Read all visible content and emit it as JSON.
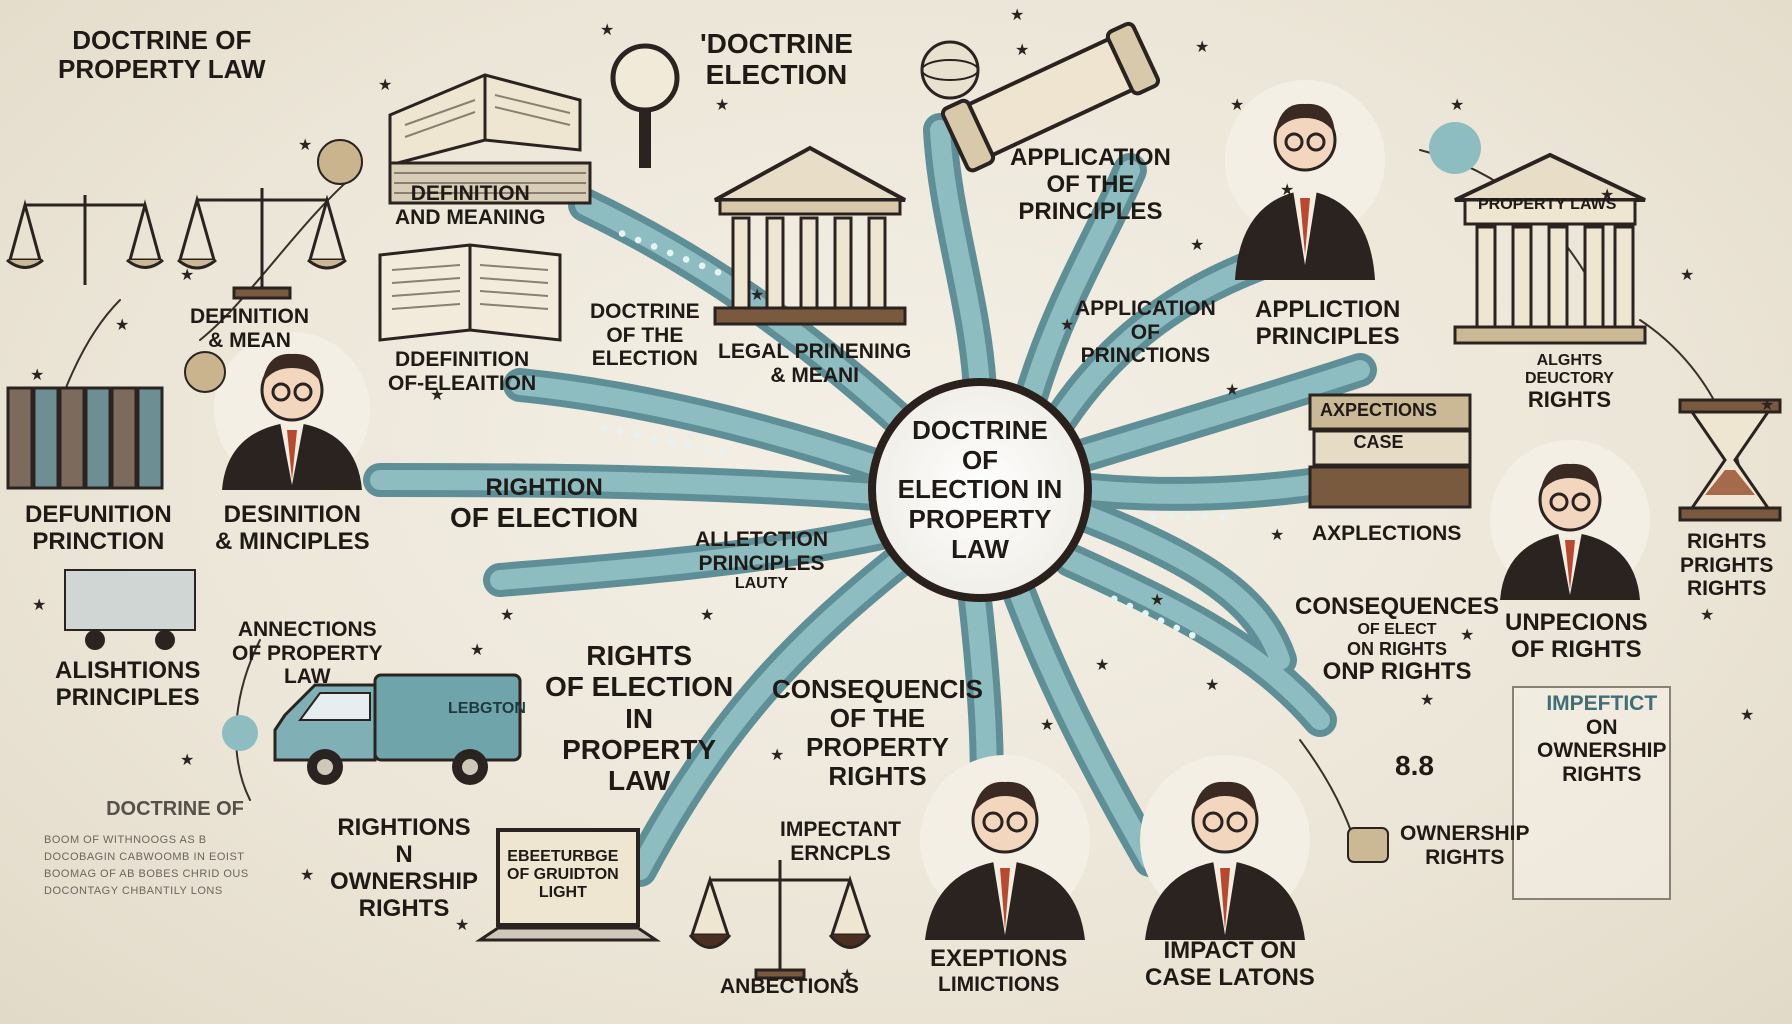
{
  "diagram": {
    "corner_title": [
      "DOCTRINE OF",
      "PROPERTY LAW"
    ],
    "top_title": [
      "'DOCTRINE",
      "ELECTION"
    ],
    "center": [
      "DOCTRINE",
      "OF",
      "ELECTION IN",
      "PROPERTY",
      "LAW"
    ],
    "labels": {
      "def_meaning_top": [
        "DEFINITION",
        "AND MEANING"
      ],
      "def_mean_left": [
        "DEFINITION",
        "& MEAN"
      ],
      "def_election": [
        "DDEFINITION",
        "OF-ELEAITION"
      ],
      "doctrine_of_election": [
        "DOCTRINE",
        "OF THE",
        "ELECTION"
      ],
      "legal_pr": [
        "LEGAL PRINENING",
        "& MEANI"
      ],
      "application_principles": [
        "APPLICATION",
        "OF THE",
        "PRINCIPLES"
      ],
      "application_of": [
        "APPLICATION",
        "OF",
        "PRINCTIONS"
      ],
      "appliction": [
        "APPLICTION",
        "PRINCIPLES"
      ],
      "property_laws_sign": "PROPERTY LAWS",
      "rights_deuctory": [
        "ALGHTS",
        "DEUCTORY",
        "RIGHTS"
      ],
      "axpections_case": [
        "AXPECTIONS",
        "CASE"
      ],
      "axpections": "AXPLECTIONS",
      "rights_right": [
        "RIGHTS",
        "PRIGHTS",
        "RIGHTS"
      ],
      "defunition": [
        "DEFUNITION",
        "PRINCTION"
      ],
      "desinition": [
        "DESINITION",
        "& MINCIPLES"
      ],
      "rightion": [
        "RIGHTION",
        "OF ELECTION"
      ],
      "allection": [
        "ALLETCTION",
        "PRINCIPLES",
        "LAUTY"
      ],
      "annections": [
        "ANNECTIONS",
        "OF PROPERTY",
        "LAW"
      ],
      "alishtions": [
        "ALISHTIONS",
        "PRINCIPLES"
      ],
      "rights_of_election": [
        "RIGHTS",
        "OF ELECTION",
        "IN",
        "PROPERTY",
        "LAW"
      ],
      "consequencis": [
        "CONSEQUENCIS",
        "OF THE",
        "PROPERTY",
        "RIGHTS"
      ],
      "consequences": [
        "CONSEQUENCES",
        "OF ELECT",
        "ON RIGHTS",
        "ONP RIGHTS"
      ],
      "unpecions": [
        "UNPECIONS",
        "OF RIGHTS"
      ],
      "impeftict": [
        "IMPEFTICT",
        "ON",
        "OWNERSHIP",
        "RIGHTS"
      ],
      "number": "8.8",
      "ownership_small": [
        "OWNERSHIP",
        "RIGHTS"
      ],
      "rightions": [
        "RIGHTIONS",
        "N",
        "OWNERSHIP",
        "RIGHTS"
      ],
      "laptop_text": [
        "EBEETURBGE",
        "OF GRUIDTON",
        "LIGHT"
      ],
      "impectant": [
        "IMPECTANT",
        "ERNCPLS"
      ],
      "anbections": "ANBECTIONS",
      "exceptions": [
        "EXEPTIONS",
        "LIMICTIONS"
      ],
      "impact": [
        "IMPACT ON",
        "CASE LATONS"
      ],
      "truck_sign": "LEBGTON"
    },
    "note": {
      "title": "DOCTRINE OF",
      "lines": [
        "BOOM OF WITHNOOGS AS B",
        "DOCOBAGIN CABWOOMB IN EOIST",
        "BOOMAG OF AB BOBES CHRID OUS",
        "DOCONTAGY CHBANTILY LONS"
      ]
    },
    "colors": {
      "background": "#ede7da",
      "ribbon": "#6fa4ab",
      "ribbon_light": "#8dbcc1",
      "ink": "#1f1a16",
      "suit": "#2a2320",
      "tie": "#b8482e",
      "wood": "#7a5a3f"
    }
  }
}
